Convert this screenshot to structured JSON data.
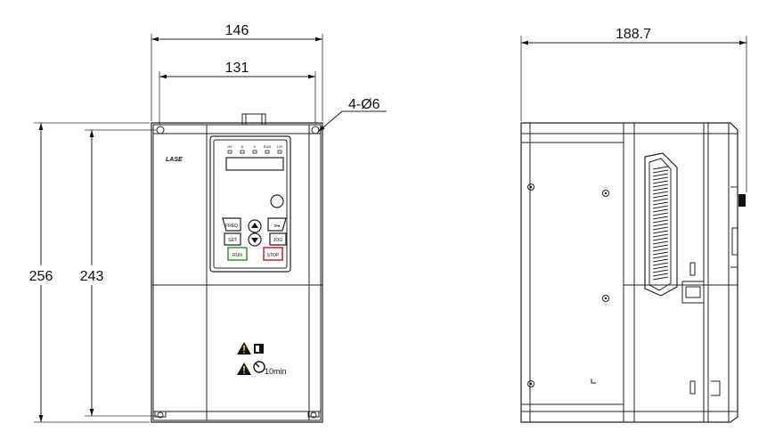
{
  "dimensions": {
    "front_width_outer": "146",
    "front_width_holes": "131",
    "mounting_holes": "4-Ø6",
    "front_height_outer": "256",
    "front_height_holes": "243",
    "side_depth": "188.7"
  },
  "keypad": {
    "indicators": [
      "Hz",
      "A",
      "V",
      "RUN",
      "L/R"
    ],
    "brand": "LASE",
    "keys": {
      "freq": "FREQ",
      "shift": "≫▸",
      "set": "SET",
      "jog": "JOG",
      "run": "RUN",
      "stop": "STOP"
    },
    "colors": {
      "run": "#2e9b2e",
      "stop": "#d21f1f"
    }
  },
  "warnings": {
    "discharge_time": "10min"
  }
}
